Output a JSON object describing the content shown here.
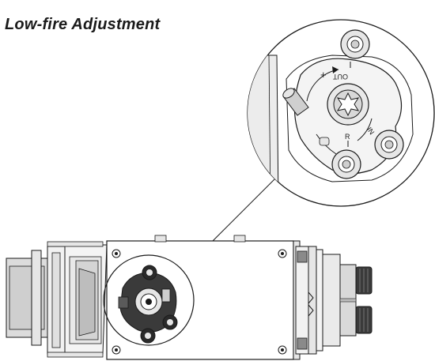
{
  "title": "Low-fire Adjustment",
  "detail_labels": {
    "out": "OUT",
    "plus": "+",
    "in": "IN",
    "r": "R"
  },
  "colors": {
    "line": "#1a1a1a",
    "body_fill": "#ffffff",
    "shade_light": "#e6e6e6",
    "shade_mid": "#cfcfcf",
    "shade_dark": "#9a9a9a"
  }
}
